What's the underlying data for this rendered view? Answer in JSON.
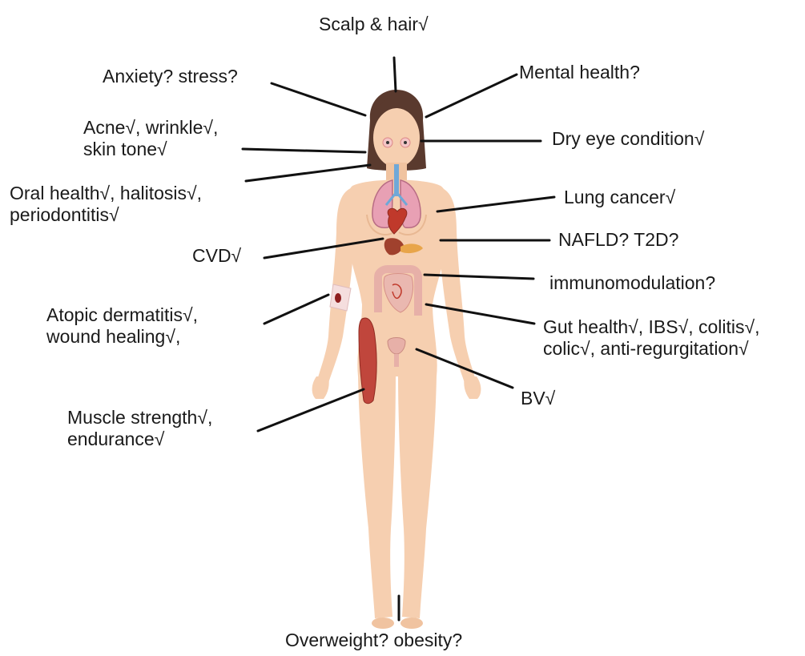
{
  "labels": {
    "scalp": "Scalp & hair√",
    "anxiety": "Anxiety? stress?",
    "mental": "Mental health?",
    "acne_1": "Acne√, wrinkle√,",
    "acne_2": "skin tone√",
    "dry_eye": "Dry eye condition√",
    "oral_1": "Oral health√, halitosis√,",
    "oral_2": "periodontitis√",
    "lung": "Lung cancer√",
    "cvd": "CVD√",
    "nafld": "NAFLD? T2D?",
    "immuno": "immunomodulation?",
    "atopic_1": "Atopic dermatitis√,",
    "atopic_2": "wound healing√,",
    "gut_1": "Gut health√, IBS√, colitis√,",
    "gut_2": "colic√, anti-regurgitation√",
    "bv": "BV√",
    "muscle_1": "Muscle strength√,",
    "muscle_2": "endurance√",
    "overweight": "Overweight? obesity?"
  },
  "colors": {
    "skin": "#f6cfb0",
    "skin_shade": "#e8b893",
    "hair": "#5a3a2e",
    "lung": "#e8a0b4",
    "trachea": "#6fa8d8",
    "heart": "#c0392b",
    "liver": "#a0412d",
    "intestine": "#e7b0a8",
    "muscle": "#c0463c",
    "bandage": "#f5dede",
    "line": "#111111"
  }
}
